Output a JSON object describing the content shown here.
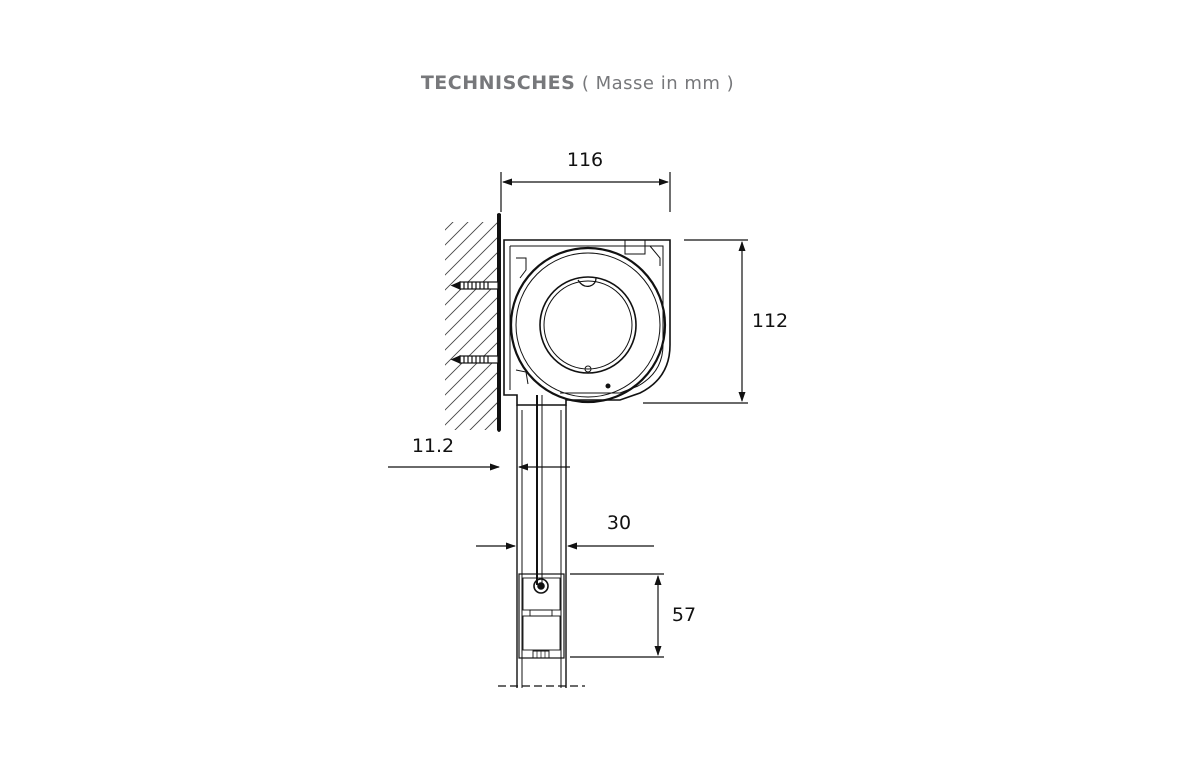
{
  "header": {
    "title_bold": "TECHNISCHES",
    "title_light": "( Masse in mm )"
  },
  "dimensions": {
    "width_box": "116",
    "height_box": "112",
    "guide_offset": "11.2",
    "guide_width": "30",
    "slat_height": "57"
  },
  "colors": {
    "line": "#111111",
    "title": "#77787b"
  }
}
